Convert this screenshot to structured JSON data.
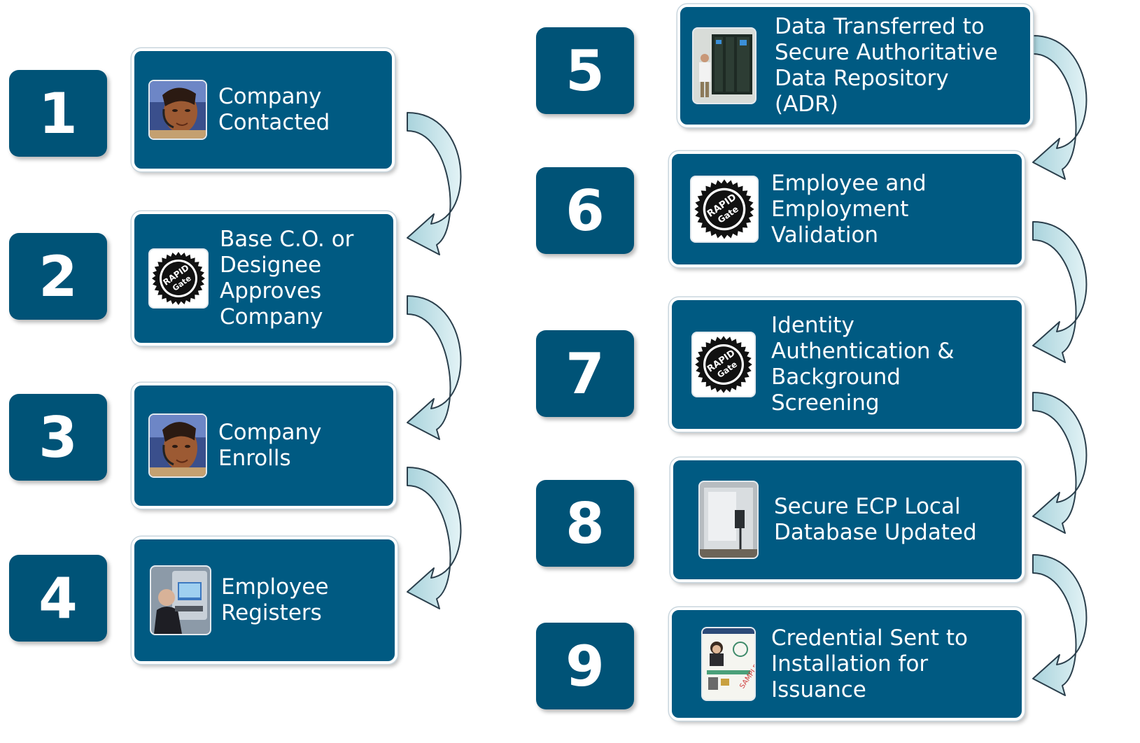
{
  "steps": [
    {
      "number": "1",
      "label": "Company\nContacted",
      "image": "call-center-agent-photo"
    },
    {
      "number": "2",
      "label": "Base C.O. or\nDesignee\nApproves\nCompany",
      "image": "rapid-gate-seal"
    },
    {
      "number": "3",
      "label": "Company\nEnrolls",
      "image": "call-center-agent-photo"
    },
    {
      "number": "4",
      "label": "Employee\nRegisters",
      "image": "registration-kiosk-photo"
    },
    {
      "number": "5",
      "label": "Data Transferred to\nSecure Authoritative\nData Repository\n(ADR)",
      "image": "server-room-photo"
    },
    {
      "number": "6",
      "label": "Employee and\nEmployment\nValidation",
      "image": "rapid-gate-seal"
    },
    {
      "number": "7",
      "label": "Identity\nAuthentication &\nBackground\nScreening",
      "image": "rapid-gate-seal"
    },
    {
      "number": "8",
      "label": "Secure ECP Local\nDatabase Updated",
      "image": "server-cabinet-photo"
    },
    {
      "number": "9",
      "label": "Credential Sent to\nInstallation for\nIssuance",
      "image": "sample-id-card"
    }
  ],
  "seal_text": "RAPID Gate",
  "card_watermark": "SAMPLE",
  "colors": {
    "badge": "#005377",
    "card": "#005a82",
    "arrow": "#c9e6ec",
    "arrow_stroke": "#2b3f4c"
  }
}
